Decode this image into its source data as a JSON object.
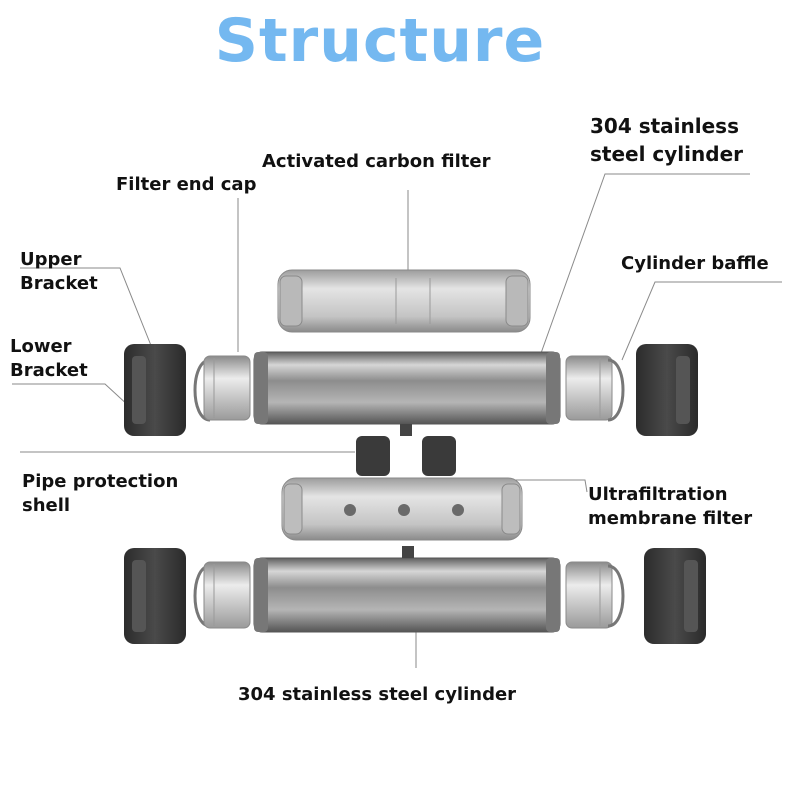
{
  "title": "Structure",
  "labels": {
    "cylinder_top": [
      "304 stainless",
      "steel cylinder"
    ],
    "carbon_filter": "Activated carbon filter",
    "end_cap": "Filter end cap",
    "upper_bracket": [
      "Upper",
      "Bracket"
    ],
    "lower_bracket": [
      "Lower",
      "Bracket"
    ],
    "cylinder_baffle": "Cylinder baffle",
    "pipe_shell": [
      "Pipe protection",
      "shell"
    ],
    "uf_filter": [
      "Ultrafiltration",
      "membrane filter"
    ],
    "cylinder_bottom": "304 stainless steel cylinder"
  },
  "colors": {
    "title": "#74b8f0",
    "bracket": "#3a3a3a",
    "metal": "#9a9a9a",
    "filter": "#c8c8c8",
    "leader": "#888888"
  }
}
